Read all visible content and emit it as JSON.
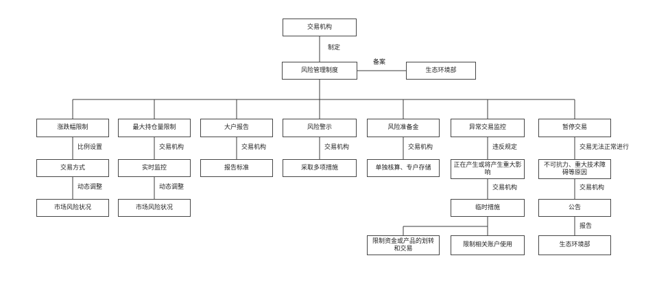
{
  "nodes": {
    "root": "交易机构",
    "mgmt": "风险管理制度",
    "eco_top": "生态环境部",
    "c1": "涨跌幅限制",
    "c2": "最大持仓量限制",
    "c3": "大户报告",
    "c4": "风险警示",
    "c5": "风险准备金",
    "c6": "异常交易监控",
    "c7": "暂停交易",
    "c1a": "交易方式",
    "c1b": "市场风险状况",
    "c2a": "实时监控",
    "c2b": "市场风险状况",
    "c3a": "报告标准",
    "c4a": "采取多项措施",
    "c5a": "单独核算、专户存储",
    "c6a": "正在产生或将产生重大影响",
    "c6b": "临时措施",
    "c6c": "限制资金或产品的划转和交易",
    "c6d": "限制相关账户使用",
    "c7a": "不可抗力、重大技术障碍等原因",
    "c7b": "公告",
    "c7c": "生态环境部"
  },
  "labels": {
    "root_mgmt": "制定",
    "mgmt_eco": "备案",
    "c1_c1a": "比例设置",
    "c1a_c1b": "动态调整",
    "c2_c2a": "交易机构",
    "c2a_c2b": "动态调整",
    "c3_c3a": "交易机构",
    "c4_c4a": "交易机构",
    "c5_c5a": "交易机构",
    "c6_c6a": "违反规定",
    "c6a_c6b": "交易机构",
    "c7_c7a": "交易无法正常进行",
    "c7a_c7b": "交易机构",
    "c7b_c7c": "报告"
  }
}
